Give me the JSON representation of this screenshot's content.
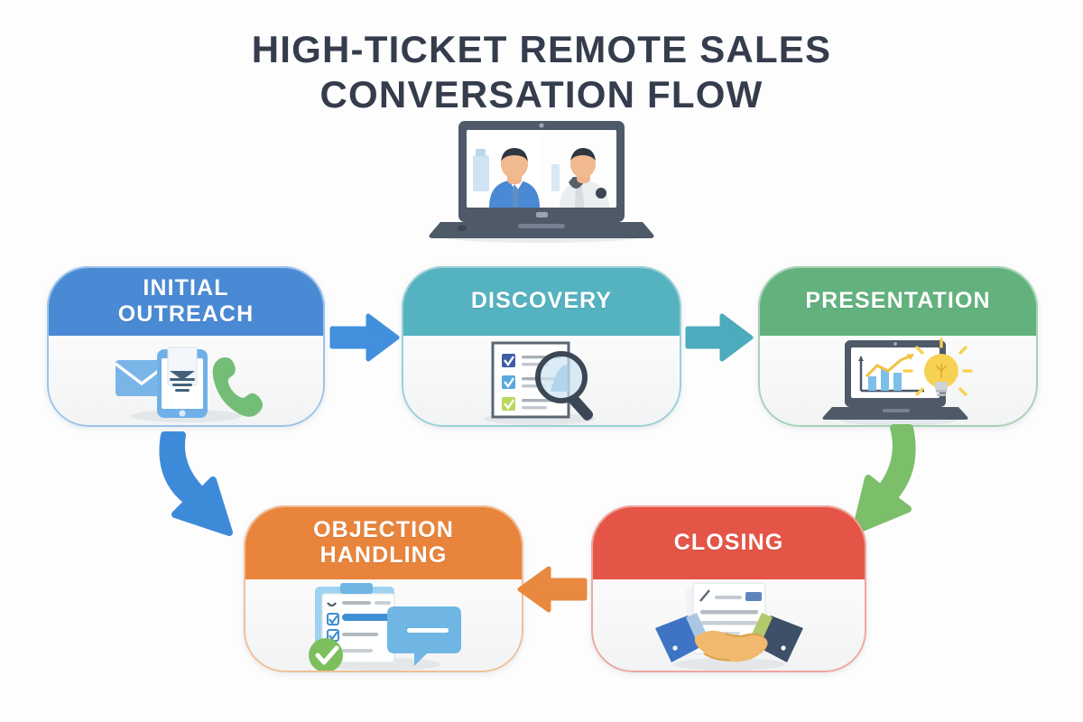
{
  "title": {
    "line1": "HIGH-TICKET REMOTE SALES",
    "line2": "CONVERSATION FLOW",
    "color": "#353d4d"
  },
  "hero": {
    "icon": "laptop-video-call-icon",
    "description": "Laptop screen showing a two-person video sales call"
  },
  "stages": [
    {
      "id": "initial-outreach",
      "label_line1": "INITIAL",
      "label_line2": "OUTREACH",
      "color": "#4a8ad4",
      "border": "#9dc3e8",
      "icon": "email-mobile-phone-icon",
      "order": 1
    },
    {
      "id": "discovery",
      "label_line1": "DISCOVERY",
      "label_line2": "",
      "color": "#55b2c0",
      "border": "#9ad0d8",
      "icon": "checklist-magnifier-icon",
      "order": 2
    },
    {
      "id": "presentation",
      "label_line1": "PRESENTATION",
      "label_line2": "",
      "color": "#63b27e",
      "border": "#a6d2b4",
      "icon": "laptop-chart-lightbulb-icon",
      "order": 3
    },
    {
      "id": "closing",
      "label_line1": "CLOSING",
      "label_line2": "",
      "color": "#e55547",
      "border": "#efa79e",
      "icon": "handshake-contract-icon",
      "order": 4
    },
    {
      "id": "objection-handling",
      "label_line1": "OBJECTION",
      "label_line2": "HANDLING",
      "color": "#e8843c",
      "border": "#f0bf97",
      "icon": "clipboard-chat-check-icon",
      "order": 5
    }
  ],
  "arrows": [
    {
      "id": "outreach-to-discovery",
      "direction": "right",
      "color": "#418fdd"
    },
    {
      "id": "discovery-to-presentation",
      "direction": "right",
      "color": "#4cabbc"
    },
    {
      "id": "presentation-to-closing",
      "direction": "curve-down",
      "color": "#7cbf6b"
    },
    {
      "id": "closing-to-objection",
      "direction": "left",
      "color": "#e8893f"
    },
    {
      "id": "objection-loop-to-outreach",
      "direction": "curve-down",
      "color": "#3d8bd8"
    }
  ]
}
